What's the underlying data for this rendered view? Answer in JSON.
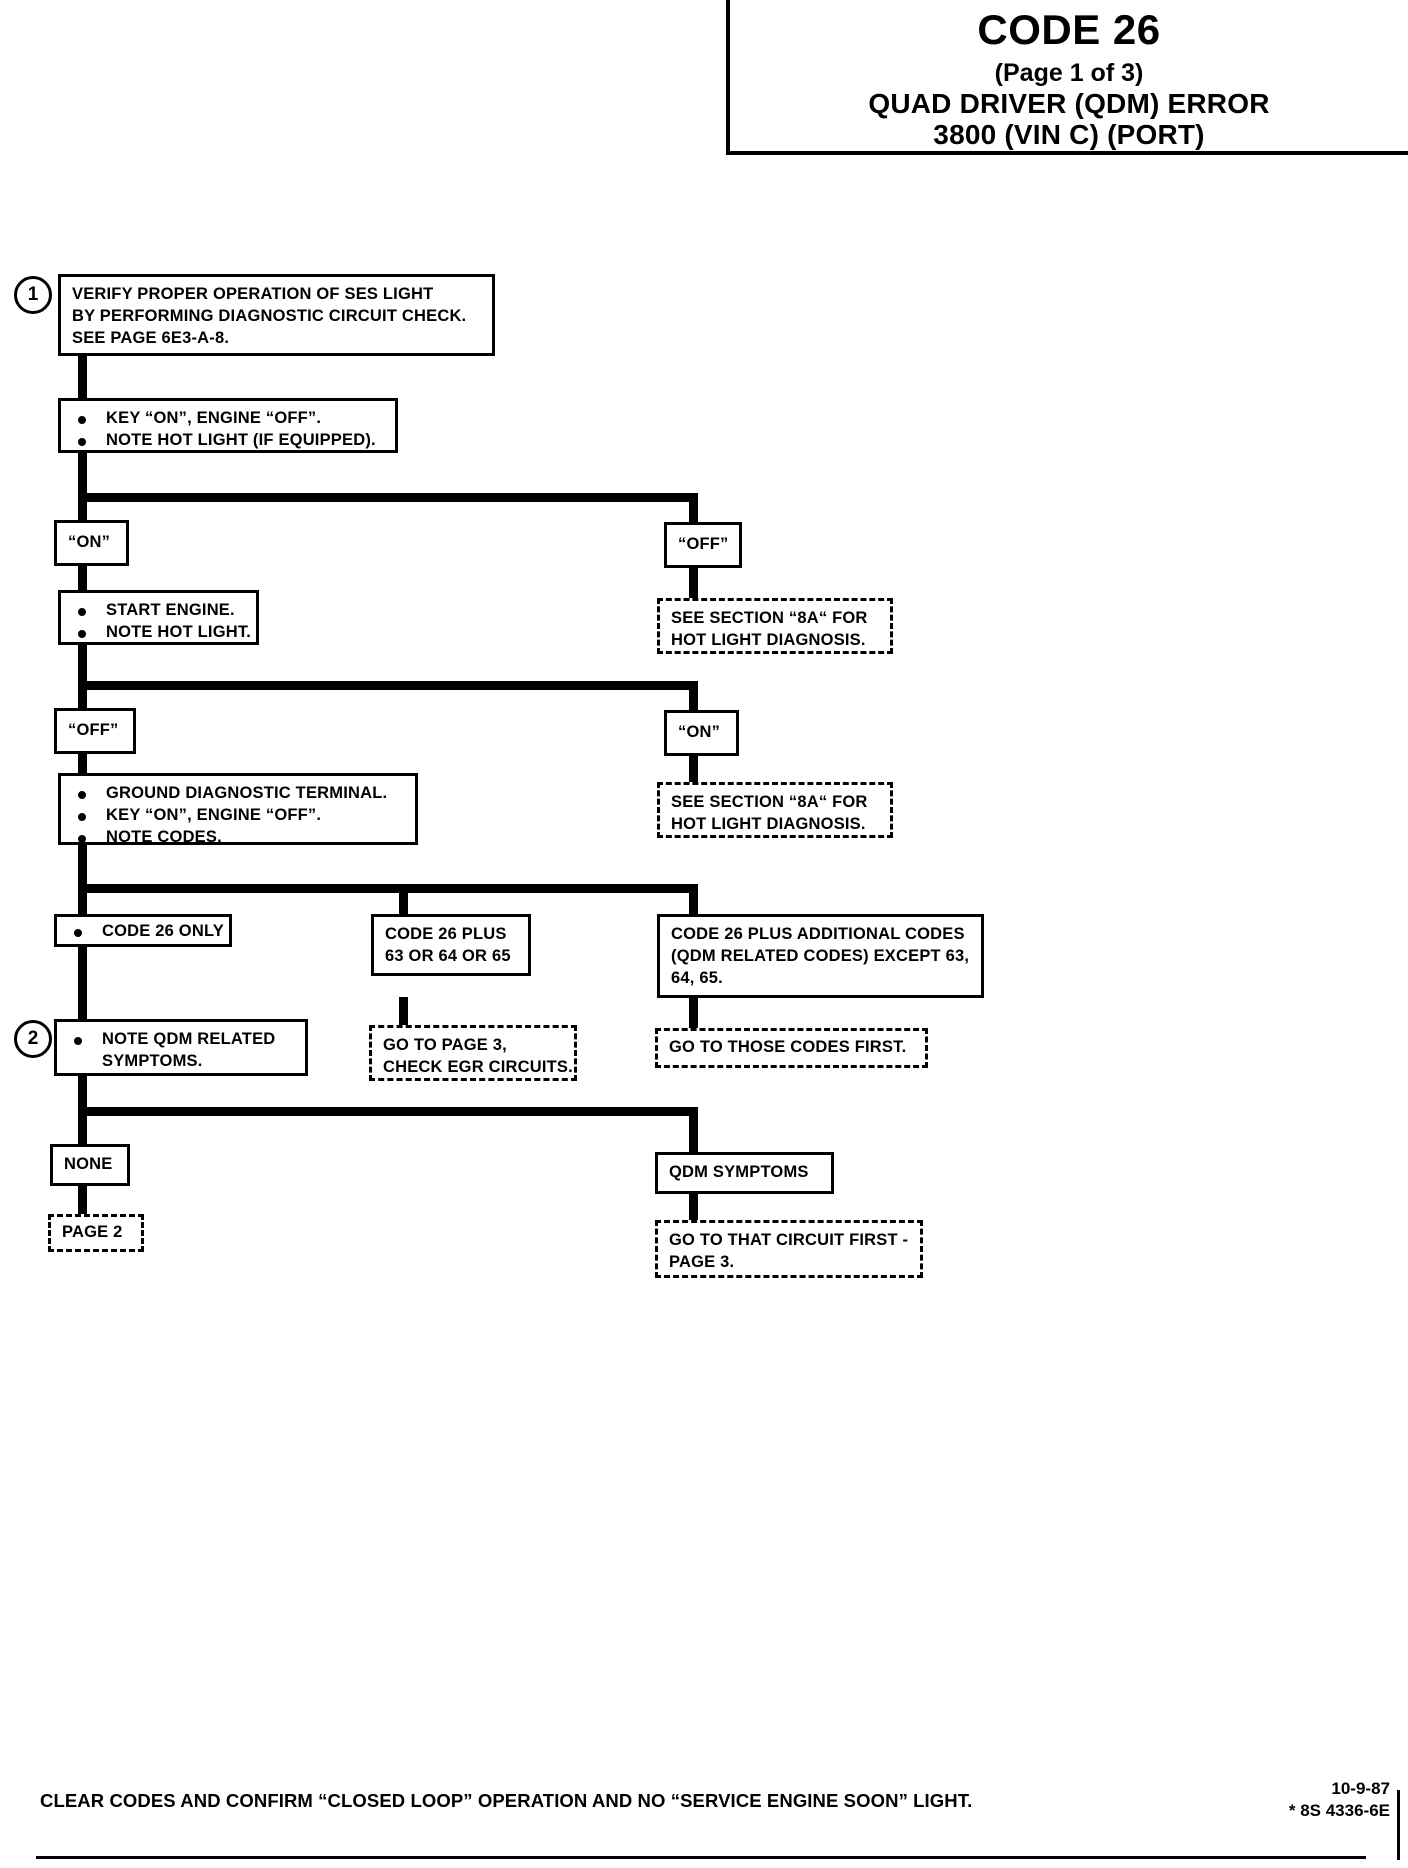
{
  "header": {
    "code_title": "CODE 26",
    "page_of": "(Page 1 of 3)",
    "line1": "QUAD DRIVER (QDM) ERROR",
    "line2": "3800  (VIN C)  (PORT)"
  },
  "steps": {
    "one": "1",
    "two": "2"
  },
  "boxes": {
    "verify": {
      "l1": "VERIFY PROPER OPERATION OF SES LIGHT",
      "l2": "BY PERFORMING DIAGNOSTIC CIRCUIT CHECK.",
      "l3": "SEE PAGE 6E3-A-8."
    },
    "key_on": {
      "b1": "KEY “ON”, ENGINE “OFF”.",
      "b2": "NOTE HOT LIGHT (IF EQUIPPED)."
    },
    "branch1_left": "“ON”",
    "branch1_right": "“OFF”",
    "start_engine": {
      "b1": "START ENGINE.",
      "b2": "NOTE HOT LIGHT."
    },
    "see_8a_1": {
      "l1": "SEE SECTION “8A“ FOR",
      "l2": "HOT LIGHT DIAGNOSIS."
    },
    "branch2_left": "“OFF”",
    "branch2_right": "“ON”",
    "see_8a_2": {
      "l1": "SEE SECTION “8A“ FOR",
      "l2": "HOT LIGHT DIAGNOSIS."
    },
    "ground_terminal": {
      "b1": "GROUND DIAGNOSTIC TERMINAL.",
      "b2": "KEY “ON”,  ENGINE “OFF”.",
      "b3": "NOTE CODES."
    },
    "code26_only": {
      "b1": "CODE 26 ONLY"
    },
    "code26_plus": {
      "l1": "CODE 26 PLUS",
      "l2": "63 OR  64 OR 65"
    },
    "code26_additional": {
      "l1": "CODE 26 PLUS ADDITIONAL CODES",
      "l2": "(QDM RELATED CODES) EXCEPT 63,",
      "l3": "64, 65."
    },
    "note_qdm": {
      "b1": "NOTE QDM RELATED",
      "b1b": "SYMPTOMS."
    },
    "go_page3_egr": {
      "l1": "GO TO PAGE 3,",
      "l2": "CHECK EGR CIRCUITS."
    },
    "go_those_codes": {
      "l1": "GO TO THOSE CODES FIRST."
    },
    "none": "NONE",
    "qdm_symptoms": "QDM SYMPTOMS",
    "page2": "PAGE 2",
    "go_that_circuit": {
      "l1": "GO TO THAT CIRCUIT FIRST -",
      "l2": "PAGE 3."
    }
  },
  "footer": {
    "note": "CLEAR CODES AND CONFIRM “CLOSED LOOP”  OPERATION AND NO “SERVICE ENGINE SOON” LIGHT.",
    "date": "10-9-87",
    "part": "* 8S 4336-6E"
  }
}
